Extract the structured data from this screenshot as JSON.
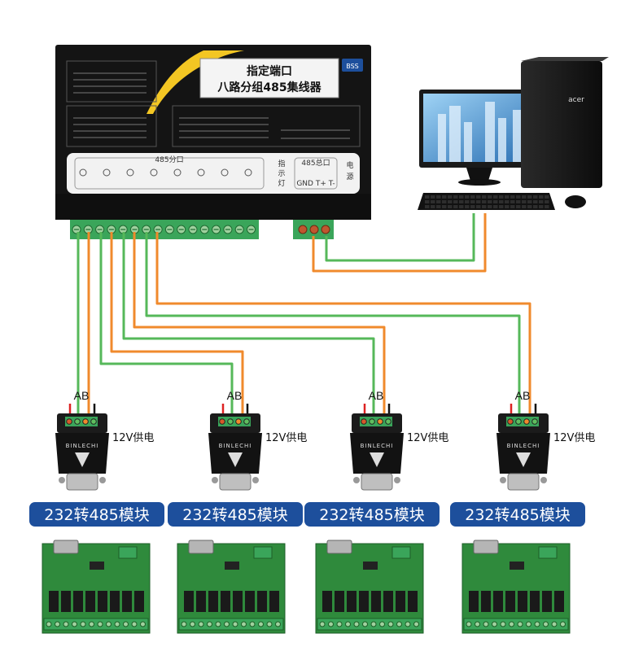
{
  "hub": {
    "title_line1": "指定端口",
    "title_line2": "八路分组485集线器",
    "logo": "BSS",
    "port_group_label": "485分口",
    "master_port_label": "485总口",
    "indicator_label_1": "指",
    "indicator_label_2": "示",
    "indicator_label_3": "灯",
    "power_label_1": "电",
    "power_label_2": "源",
    "master_terminals": "GND  T+  T-"
  },
  "modules": [
    {
      "ab_label": "AB",
      "power_label": "12V供电",
      "badge": "232转485模块",
      "brand": "BINLECHI"
    },
    {
      "ab_label": "AB",
      "power_label": "12V供电",
      "badge": "232转485模块",
      "brand": "BINLECHI"
    },
    {
      "ab_label": "AB",
      "power_label": "12V供电",
      "badge": "232转485模块",
      "brand": "BINLECHI"
    },
    {
      "ab_label": "AB",
      "power_label": "12V供电",
      "badge": "232转485模块",
      "brand": "BINLECHI"
    }
  ],
  "colors": {
    "wire_orange": "#f08a2c",
    "wire_green": "#56b85a",
    "badge_blue": "#1d4f9c",
    "hub_body": "#141414",
    "terminal_green": "#3aa55a",
    "pcb_green": "#2f8a3c",
    "relay_black": "#1a1a1a"
  },
  "icons": {
    "computer": "desktop-computer-icon",
    "keyboard": "keyboard-icon",
    "mouse": "mouse-icon",
    "converter": "rs232-to-rs485-converter-icon",
    "relay_board": "relay-board-icon"
  }
}
